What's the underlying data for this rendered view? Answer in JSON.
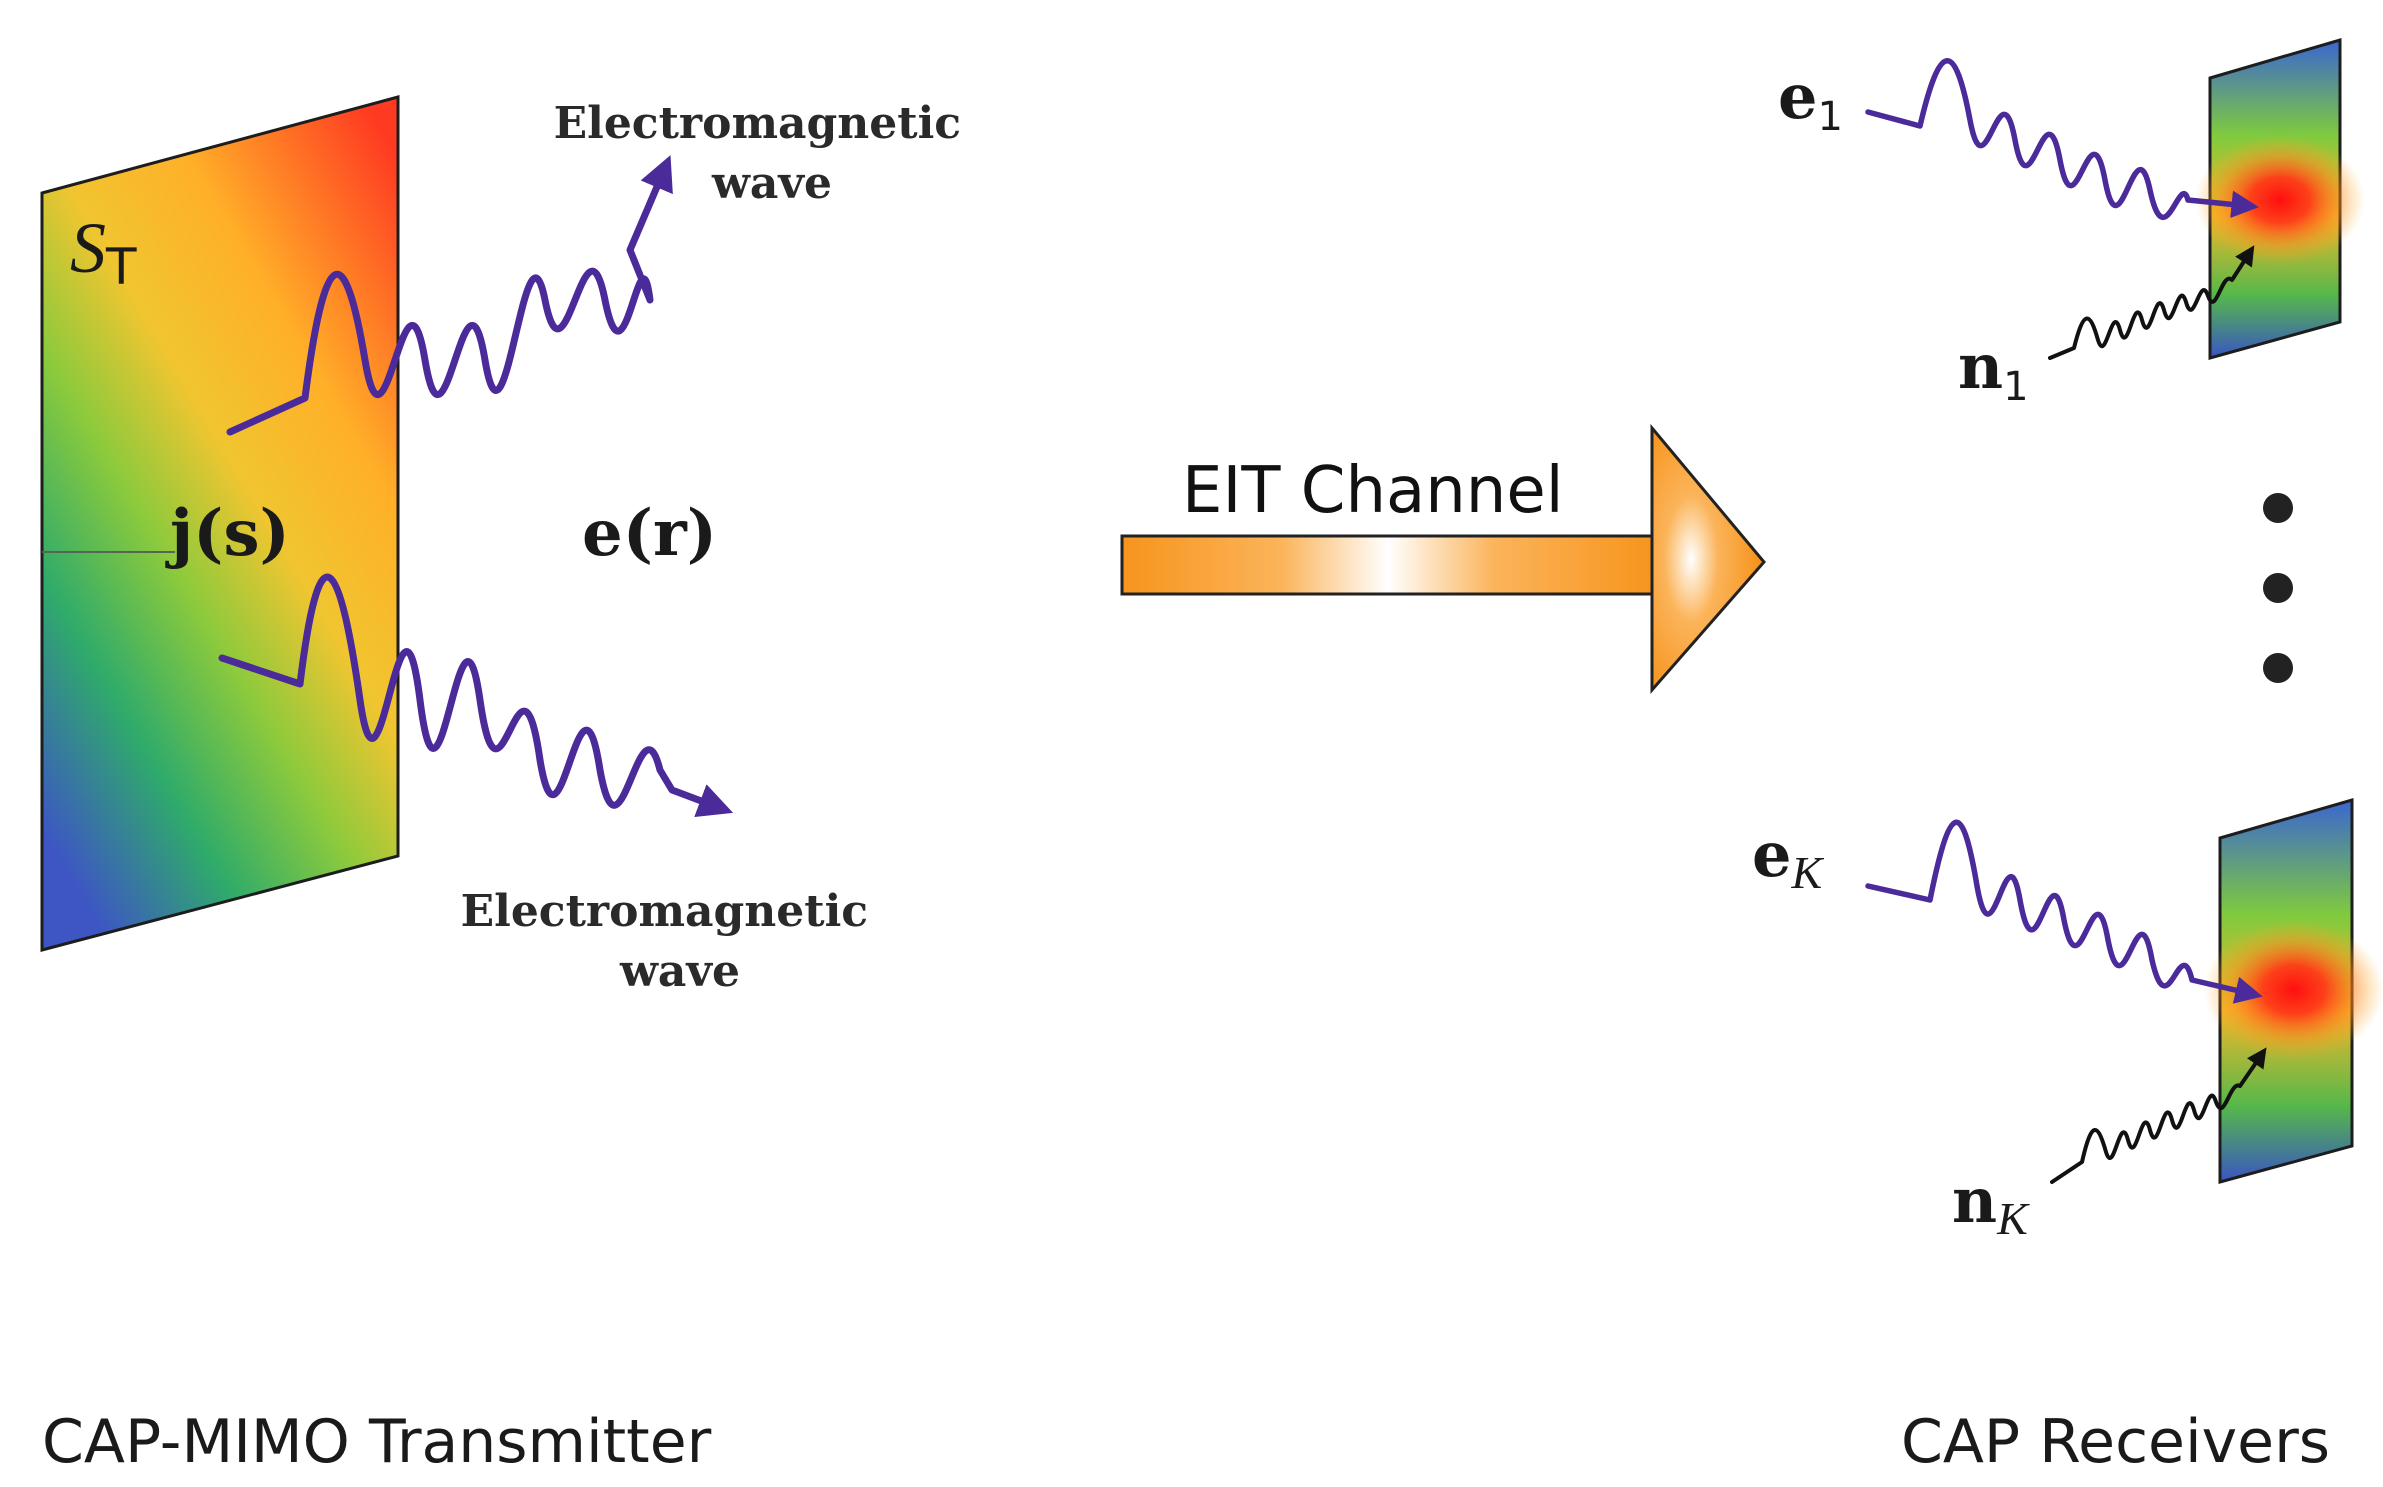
{
  "transmitter": {
    "surface_label": "S",
    "surface_subscript": "T",
    "current_label": "j(s)",
    "field_label": "e(r)",
    "wave_label_top_line1": "Electromagnetic",
    "wave_label_top_line2": "wave",
    "wave_label_bottom_line1": "Electromagnetic",
    "wave_label_bottom_line2": "wave",
    "caption": "CAP-MIMO Transmitter"
  },
  "channel": {
    "label": "EIT Channel"
  },
  "receivers": {
    "caption": "CAP Receivers",
    "first_signal": "e",
    "first_signal_sub": "1",
    "first_noise": "n",
    "first_noise_sub": "1",
    "last_signal": "e",
    "last_signal_sub": "K",
    "last_noise": "n",
    "last_noise_sub": "K"
  },
  "colors": {
    "wave": "#4b2a9a",
    "noise": "#111111",
    "arrow_orange": "#f7941d",
    "hot_red": "#ff1a10"
  }
}
